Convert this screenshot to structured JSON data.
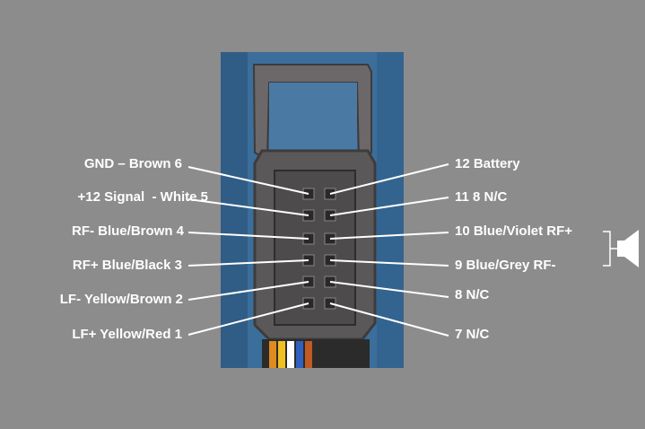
{
  "left_labels": [
    "GND – Brown 6",
    "+12 Signal  - White 5",
    "RF- Blue/Brown 4",
    "RF+ Blue/Black 3",
    "LF- Yellow/Brown 2",
    "LF+ Yellow/Red 1"
  ],
  "right_labels": [
    "12 Battery",
    "11 8 N/C",
    "10 Blue/Violet RF+",
    "9 Blue/Grey RF-",
    "8 N/C",
    "7 N/C"
  ],
  "colors": {
    "background": "#8c8c8c",
    "text": "#ffffff",
    "leader_line": "#ffffff",
    "connector_body": "#5b5859",
    "connector_frame": "#3d3b3c",
    "panel_blue": "#3b6e9a"
  },
  "icons": [
    "speaker-icon"
  ]
}
